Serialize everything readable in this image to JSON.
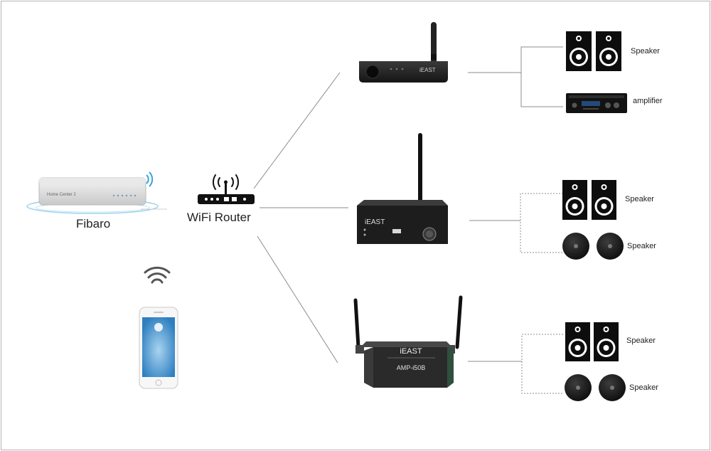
{
  "labels": {
    "fibaro": "Fibaro",
    "hub_model": "Home Center 2",
    "router": "WiFi Router",
    "device1_brand": "iEAST",
    "device2_brand": "iEAST",
    "device3_brand": "iEAST",
    "device3_model": "AMP-i50B"
  },
  "groups": [
    {
      "items": [
        {
          "label": "Speaker"
        },
        {
          "label": "amplifier"
        }
      ]
    },
    {
      "items": [
        {
          "label": "Speaker"
        },
        {
          "label": "Speaker"
        }
      ]
    },
    {
      "items": [
        {
          "label": "Speaker"
        },
        {
          "label": "Speaker"
        }
      ]
    }
  ],
  "colors": {
    "line": "#8c8c8c",
    "device": "#1c1c1c",
    "device_face": "#2a2a2a",
    "phone_screen": "#3a8fcf",
    "wifi": "#555555"
  }
}
